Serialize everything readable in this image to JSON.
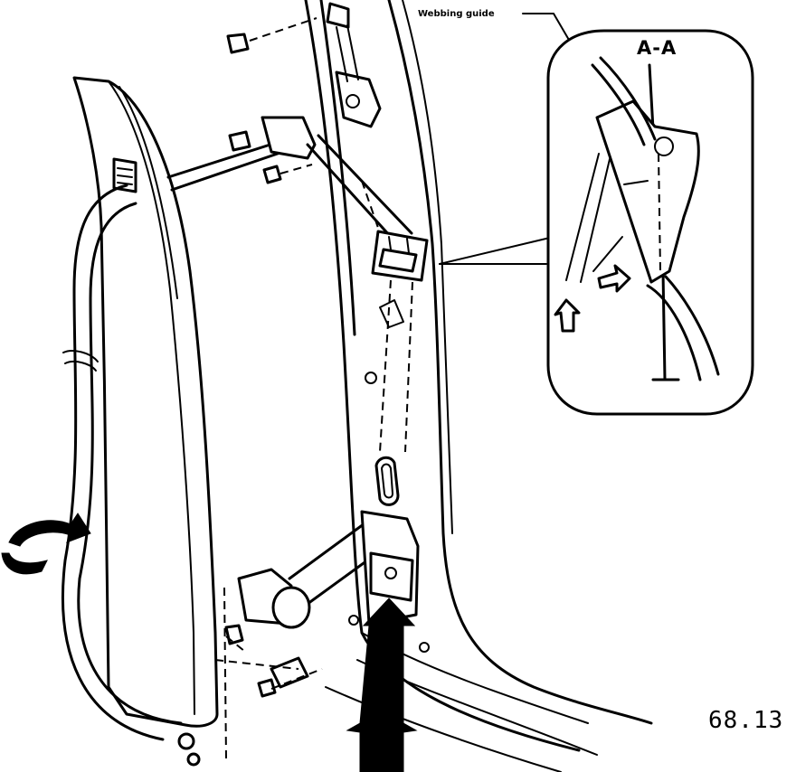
{
  "diagram": {
    "callout_label": "Webbing guide",
    "detail_section_label": "A-A",
    "figure_number": "68.13"
  }
}
